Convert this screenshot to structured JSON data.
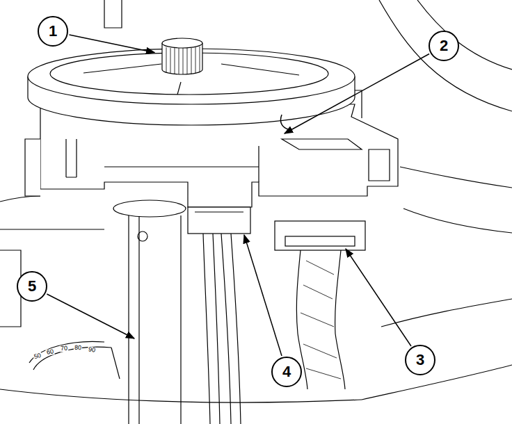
{
  "diagram": {
    "nodes": [
      {
        "text": [
          "1"
        ]
      },
      {
        "text": [
          "2"
        ]
      },
      {
        "text": [
          "5"
        ]
      },
      {
        "text": [
          "3"
        ]
      },
      {
        "text": [
          "4"
        ]
      }
    ],
    "labels": [
      "50",
      "60",
      "70",
      "80",
      "90"
    ]
  }
}
